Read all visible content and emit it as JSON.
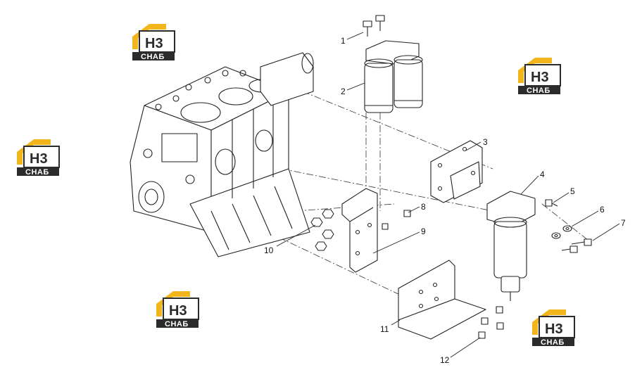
{
  "colors": {
    "accent": "#f2b51b",
    "dark": "#2b2b2b",
    "line": "#222222"
  },
  "watermark": {
    "logo_text": "H3",
    "brand_text": "СНАБ"
  },
  "callouts": [
    {
      "id": "1",
      "label": "1"
    },
    {
      "id": "2",
      "label": "2"
    },
    {
      "id": "3",
      "label": "3"
    },
    {
      "id": "4",
      "label": "4"
    },
    {
      "id": "5",
      "label": "5"
    },
    {
      "id": "6",
      "label": "6"
    },
    {
      "id": "7",
      "label": "7"
    },
    {
      "id": "8",
      "label": "8"
    },
    {
      "id": "9",
      "label": "9"
    },
    {
      "id": "10",
      "label": "10"
    },
    {
      "id": "11",
      "label": "11"
    },
    {
      "id": "12",
      "label": "12"
    }
  ]
}
